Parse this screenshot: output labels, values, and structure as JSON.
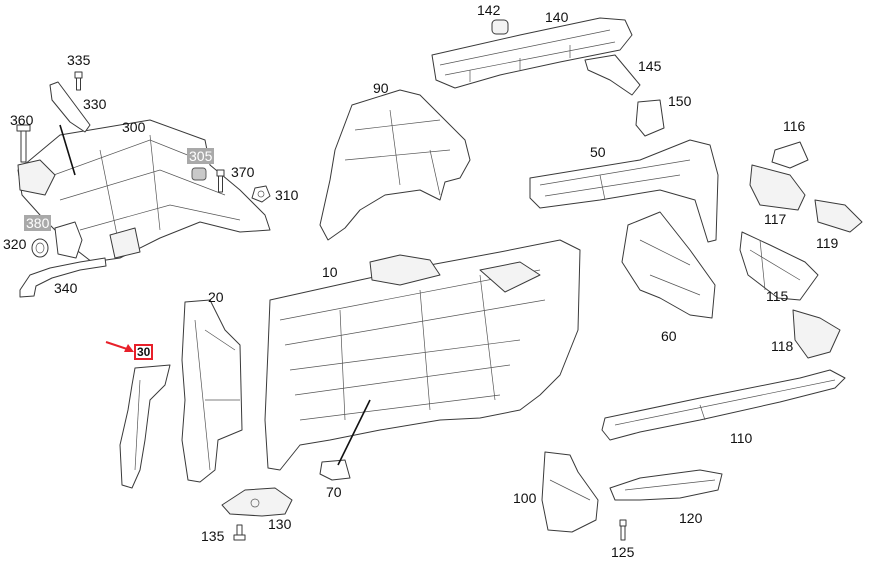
{
  "diagram": {
    "labels": {
      "p10": "10",
      "p20": "20",
      "p30": "30",
      "p50": "50",
      "p60": "60",
      "p70": "70",
      "p90": "90",
      "p100": "100",
      "p110": "110",
      "p115": "115",
      "p116": "116",
      "p117": "117",
      "p118": "118",
      "p119": "119",
      "p120": "120",
      "p125": "125",
      "p130": "130",
      "p135": "135",
      "p140": "140",
      "p142": "142",
      "p145": "145",
      "p150": "150",
      "p300": "300",
      "p305": "305",
      "p310": "310",
      "p320": "320",
      "p330": "330",
      "p335": "335",
      "p340": "340",
      "p360": "360",
      "p370": "370",
      "p380": "380"
    },
    "highlight_color": "#a9a9a9",
    "selected_color": "#e8202a",
    "selected_part": "30"
  }
}
